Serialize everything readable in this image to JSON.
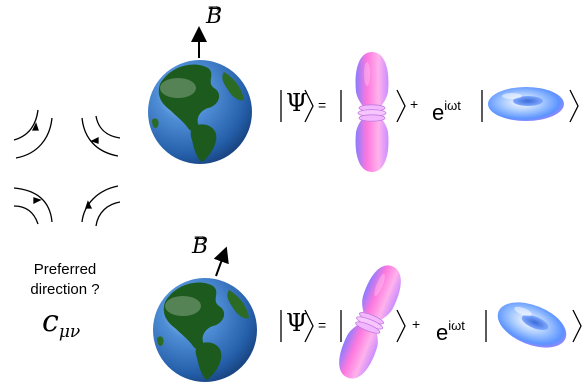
{
  "field_label": "B",
  "state_symbol": "Ψ",
  "equals": "=",
  "plus": "+",
  "phase": "e",
  "phase_exponent": "iωt",
  "preferred_direction": [
    "Preferred",
    "direction ?"
  ],
  "lorentz_coefficient": "c",
  "lorentz_indices": "μν",
  "colors": {
    "earth_ocean": "#3f7fc6",
    "earth_land": "#1d5a1d",
    "orbital_pink": "#ff77d8",
    "orbital_blue": "#6fa8ff"
  },
  "icons": [
    "earth-icon",
    "field-arrow-icon",
    "dumbbell-orbital-icon",
    "torus-orbital-icon",
    "field-lines-icon"
  ]
}
